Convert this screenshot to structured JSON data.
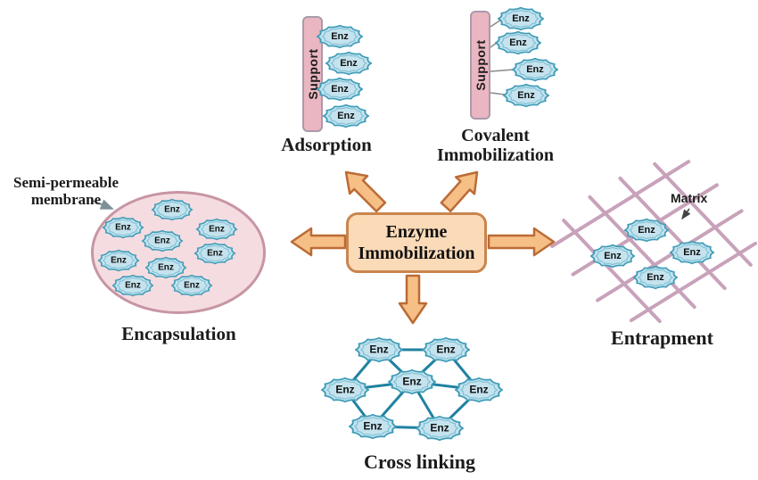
{
  "figure_title": "Enzyme Immobilization",
  "center_box": {
    "line1": "Enzyme",
    "line2": "Immobilization"
  },
  "enzyme_label": "Enz",
  "methods": {
    "adsorption": {
      "label": "Adsorption",
      "support_label": "Support",
      "enzyme_count": 4
    },
    "covalent": {
      "label_line1": "Covalent",
      "label_line2": "Immobilization",
      "support_label": "Support",
      "enzyme_count": 4
    },
    "encapsulation": {
      "label": "Encapsulation",
      "annotation_line1": "Semi-permeable",
      "annotation_line2": "membrane",
      "enzyme_count": 9
    },
    "entrapment": {
      "label": "Entrapment",
      "annotation": "Matrix",
      "enzyme_count": 4
    },
    "cross_linking": {
      "label": "Cross linking",
      "enzyme_count": 7
    }
  },
  "colors": {
    "enzyme_fill": "#c5e3ee",
    "enzyme_border": "#3f9cb8",
    "support_fill": "#e9b6c1",
    "support_border": "#a99aab",
    "center_box_fill": "#fbdab8",
    "center_box_border": "#c9854e",
    "arrow_fill": "#f5bf86",
    "arrow_border": "#bb6b35",
    "membrane_fill": "#f5dce0",
    "membrane_border": "#c795a3",
    "matrix_line": "#c8a2ba",
    "crosslink_line": "#1f82a0",
    "text": "#1b1b1b"
  }
}
